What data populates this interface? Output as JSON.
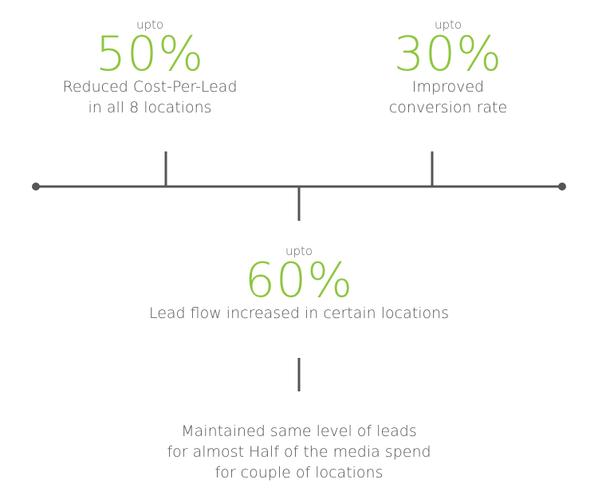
{
  "stats": [
    {
      "prefix": "upto",
      "value": "50%",
      "line1": "Reduced Cost-Per-Lead",
      "line2": "in all 8 locations"
    },
    {
      "prefix": "upto",
      "value": "30%",
      "line1": "Improved",
      "line2": "conversion rate"
    },
    {
      "prefix": "upto",
      "value": "60%",
      "line1": "Lead flow increased in certain locations"
    }
  ],
  "bottom": {
    "line1": "Maintained same level of leads",
    "line2": "for almost Half of the media spend",
    "line3": "for couple of locations"
  },
  "colors": {
    "accent": "#8dc63f",
    "line": "#555555",
    "text": "#555555"
  }
}
